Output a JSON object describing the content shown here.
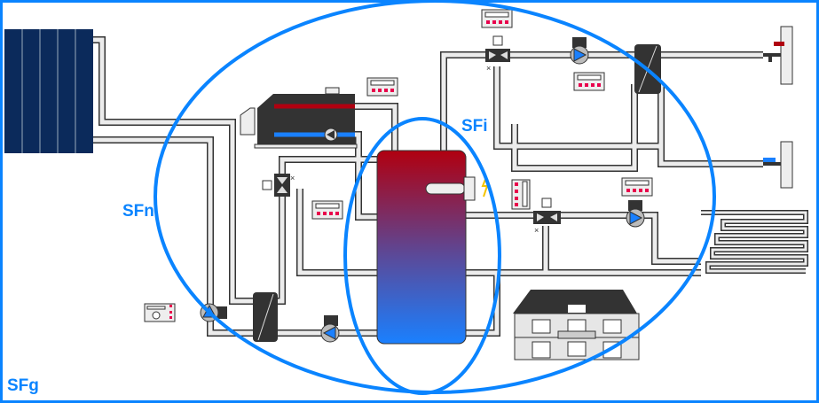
{
  "labels": {
    "global": "SFg",
    "secondary": "SFn",
    "inner": "SFi"
  },
  "colors": {
    "accent": "#0a84ff",
    "collector": "#0b2a5b",
    "hot": "#b00010",
    "cold": "#1a80ff",
    "component": "#333333",
    "led": "#e8004c"
  }
}
